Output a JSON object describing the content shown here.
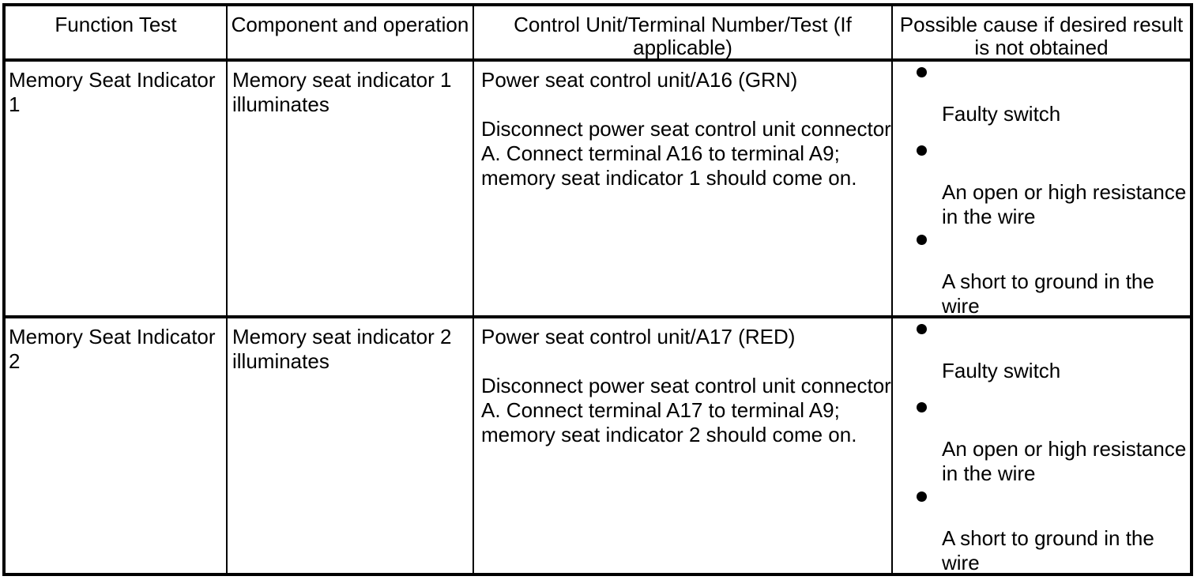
{
  "table": {
    "columns": [
      "Function Test",
      "Component and operation",
      "Control Unit/Terminal Number/Test (If applicable)",
      "Possible cause if desired result is not obtained"
    ],
    "rows": [
      {
        "function_test": "Memory Seat Indicator 1",
        "component_and_operation": "Memory seat indicator 1 illuminates",
        "control_unit_line1": "Power seat control unit/A16 (GRN)",
        "control_unit_line2": "Disconnect power seat control unit connector A. Connect terminal A16 to terminal A9; memory seat indicator 1 should come on.",
        "possible_causes": [
          "Faulty switch",
          "An open or high resistance in the wire",
          "A short to ground in the wire"
        ]
      },
      {
        "function_test": "Memory Seat Indicator 2",
        "component_and_operation": "Memory seat indicator 2 illuminates",
        "control_unit_line1": "Power seat control unit/A17 (RED)",
        "control_unit_line2": "Disconnect power seat control unit connector A. Connect terminal A17 to terminal A9; memory seat indicator 2 should come on.",
        "possible_causes": [
          "Faulty switch",
          "An open or high resistance in the wire",
          "A short to ground in the wire"
        ]
      }
    ]
  },
  "colors": {
    "border": "#000000",
    "text": "#000000",
    "background": "#ffffff"
  }
}
